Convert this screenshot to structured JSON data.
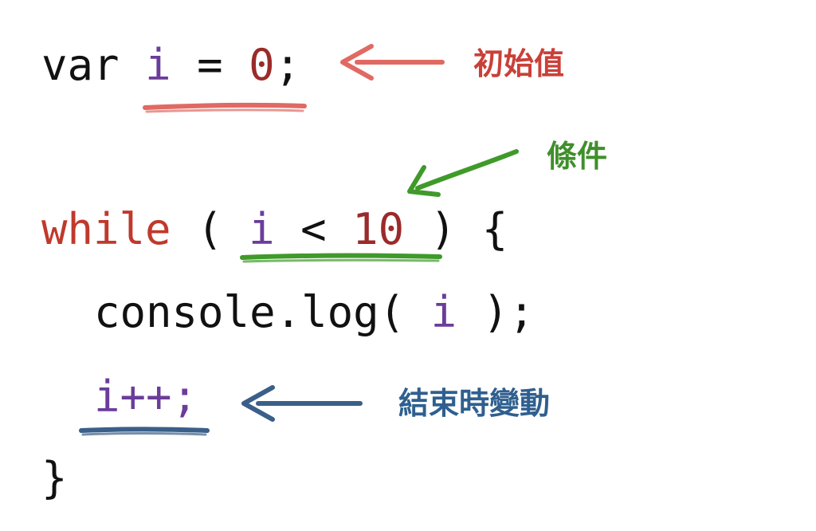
{
  "code": {
    "line1": {
      "kw": "var",
      "var": "i",
      "op": "=",
      "num": "0",
      "end": ";"
    },
    "line2": {
      "kw": "while",
      "open": "(",
      "var": "i",
      "op": "<",
      "num": "10",
      "close": ")",
      "brace": "{"
    },
    "line3": {
      "call": "console.log(",
      "var": "i",
      "end": ");"
    },
    "line4": {
      "stmt": "i++;"
    },
    "line5": {
      "brace": "}"
    }
  },
  "annotations": {
    "init": {
      "label": "初始值",
      "color": "#c94038"
    },
    "condition": {
      "label": "條件",
      "color": "#3f8f2a"
    },
    "update": {
      "label": "結束時變動",
      "color": "#2f5f8f"
    }
  },
  "colors": {
    "variable": "#6a3d9a",
    "number": "#9b2a2a",
    "keyword": "#c0392b",
    "text": "#111111",
    "underline_init": "#e06a63",
    "underline_condition": "#3f9a2a",
    "underline_update": "#3a5f88"
  }
}
